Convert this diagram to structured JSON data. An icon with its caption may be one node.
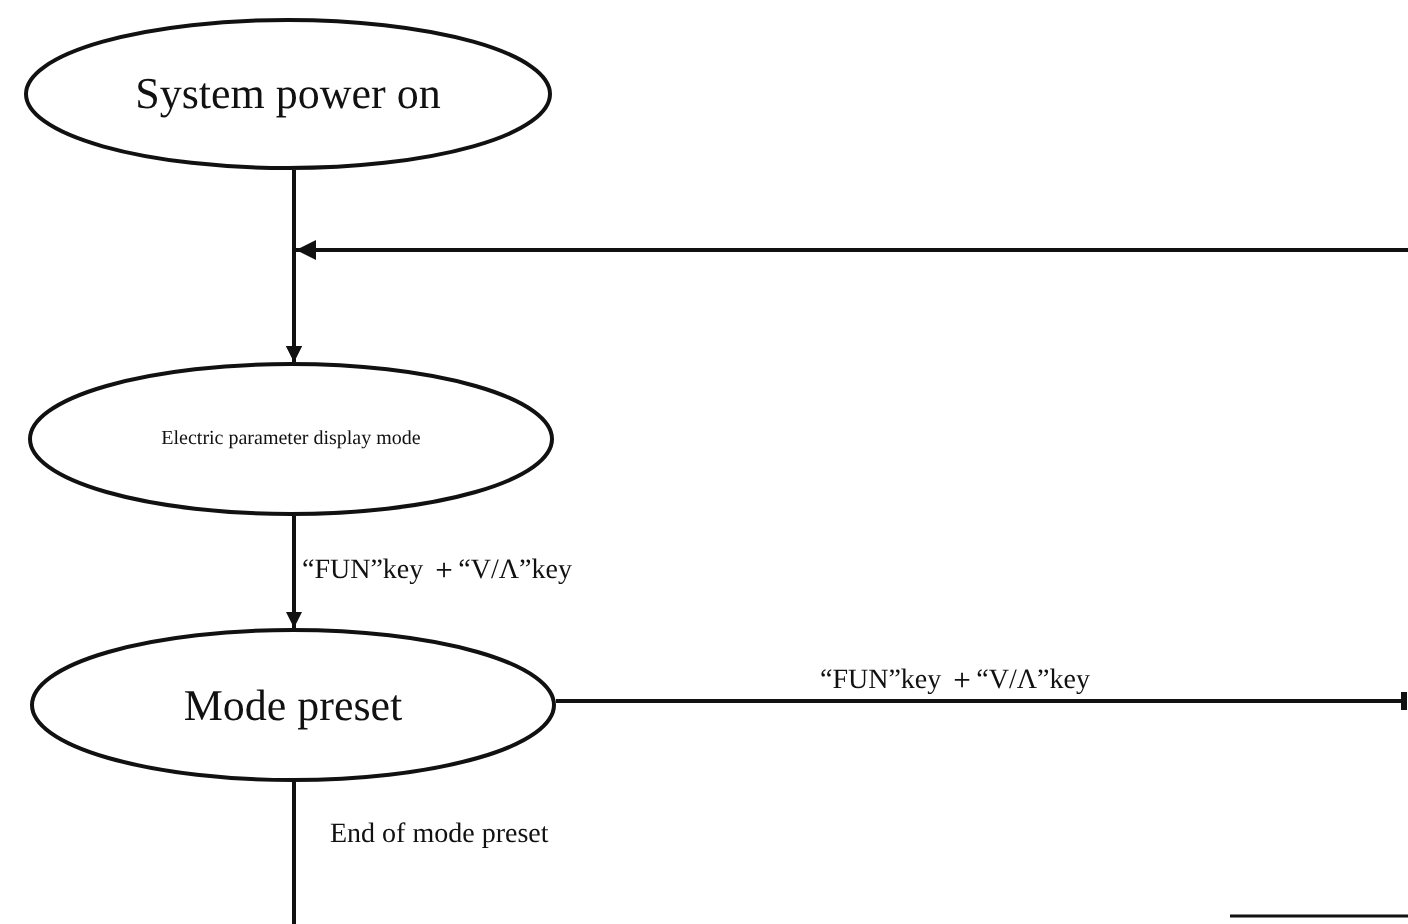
{
  "diagram": {
    "nodes": [
      {
        "text": [
          "System power on"
        ]
      },
      {
        "text": [
          "Electric parameter display mode"
        ]
      },
      {
        "text": [
          "Mode preset"
        ]
      }
    ],
    "edges": [
      {
        "from": 0,
        "to": 1,
        "arrow": "to"
      },
      {
        "from": null,
        "to": 1,
        "arrow": "to"
      },
      {
        "from": 1,
        "to": 2,
        "arrow": "to",
        "label": "“FUN”key ＋“V/Λ”key"
      },
      {
        "from": 2,
        "to": null,
        "arrow": "other",
        "label": "“FUN”key ＋“V/Λ”key"
      },
      {
        "from": 2,
        "to": null,
        "arrow": "none",
        "label": "End of mode preset"
      }
    ]
  }
}
